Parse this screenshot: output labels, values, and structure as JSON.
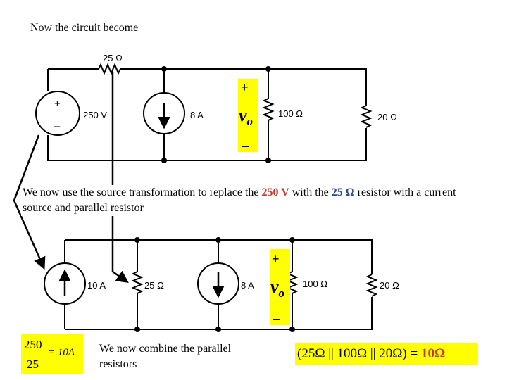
{
  "heading": "Now the circuit become",
  "circuit1": {
    "r_series": "25 Ω",
    "source_voltage": "250 V",
    "source_plus": "+",
    "source_minus": "–",
    "current_source": "8 A",
    "vo": "v",
    "vo_sub": "o",
    "vo_plus": "+",
    "vo_minus": "–",
    "r1": "100 Ω",
    "r2": "20 Ω"
  },
  "paragraph": {
    "part1": "We now use the source transformation to replace the ",
    "voltage": "250 V",
    "part2": "  with the ",
    "resistance": "25 Ω",
    "part3": " resistor with a current source and parallel resistor"
  },
  "circuit2": {
    "current_source_1": "10 A",
    "r_parallel": "25 Ω",
    "current_source_2": "8 A",
    "vo": "v",
    "vo_sub": "o",
    "vo_plus": "+",
    "vo_minus": "–",
    "r1": "100 Ω",
    "r2": "20 Ω"
  },
  "equation_left": {
    "numerator": "250",
    "denominator": "25",
    "result": "= 10A"
  },
  "combine_text": "We now combine the parallel resistors",
  "equation_right": {
    "expression": "(25Ω || 100Ω || 20Ω) = ",
    "result": "10Ω"
  },
  "colors": {
    "highlight": "#ffff00",
    "accent_red": "#c0392b",
    "accent_blue": "#2e4a8a"
  }
}
